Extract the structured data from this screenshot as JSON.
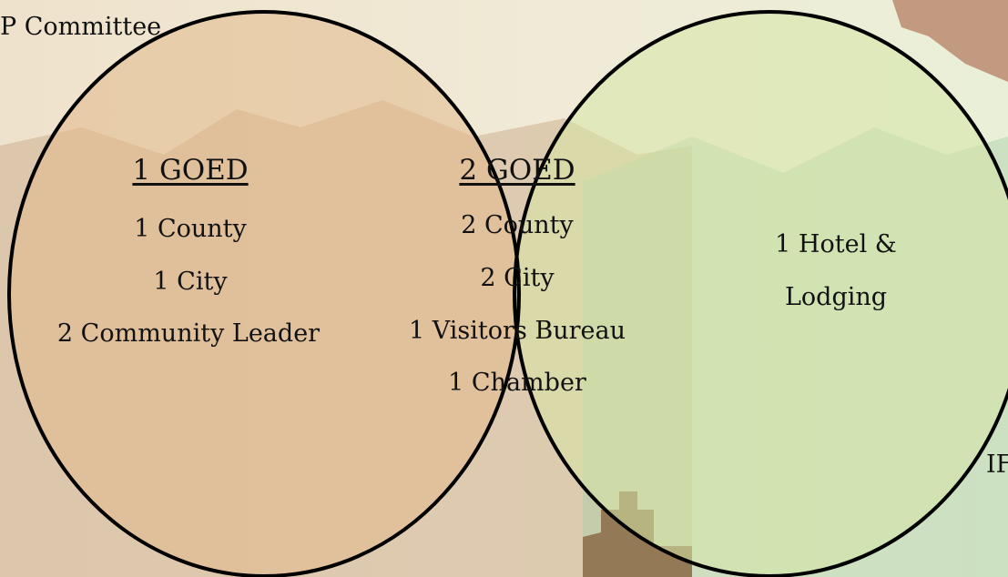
{
  "edge_labels": {
    "top_left": "P Committee",
    "bottom_right": "IF"
  },
  "left_set": {
    "heading": "1 GOED",
    "items": [
      "1 County",
      "1 City",
      "2 Community Leader"
    ]
  },
  "overlap": {
    "heading": "2 GOED",
    "items": [
      "2 County",
      "2 City",
      "1 Visitors Bureau",
      "1 Chamber"
    ]
  },
  "right_set": {
    "items": [
      "1 Hotel &",
      "Lodging"
    ]
  },
  "colors": {
    "left_fill": "#e2b98d",
    "right_fill": "#d5e6a6",
    "overlap_fill": "#c9a866",
    "outline": "#000000",
    "sky_left": "#efe3cf",
    "sky_right": "#eef0d2",
    "mountain_left": "#c9a98c",
    "mountain_right": "#a9cfa7",
    "building": "#8b6a48"
  }
}
